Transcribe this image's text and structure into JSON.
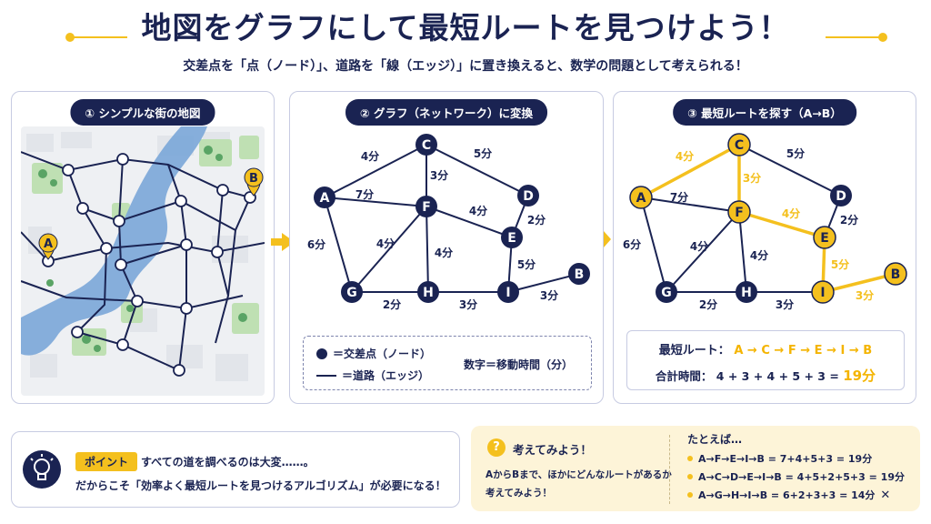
{
  "header": {
    "title": "地図をグラフにして最短ルートを見つけよう！",
    "subtitle": "交差点を「点（ノード）」、道路を「線（エッジ）」に置き換えると、数学の問題として考えられる！"
  },
  "panel1": {
    "label": "① シンプルな街の地図",
    "marker_a": "A",
    "marker_b": "B"
  },
  "panel2": {
    "label": "② グラフ（ネットワーク）に変換",
    "legend_node": "＝交差点（ノード）",
    "legend_edge": "＝道路（エッジ）",
    "legend_number": "数字＝移動時間（分）"
  },
  "panel3": {
    "label": "③ 最短ルートを探す（A→B）",
    "result_label": "最短ルート：",
    "result_route": "A → C → F → E → I → B",
    "total_label": "合計時間：",
    "total_expr": "4 + 3 + 4 + 5 + 3 =",
    "total_value": "19分"
  },
  "graph": {
    "nodes": [
      {
        "id": "A"
      },
      {
        "id": "C"
      },
      {
        "id": "D"
      },
      {
        "id": "F"
      },
      {
        "id": "E"
      },
      {
        "id": "G"
      },
      {
        "id": "H"
      },
      {
        "id": "I"
      },
      {
        "id": "B"
      }
    ],
    "edges": [
      {
        "from": "A",
        "to": "C",
        "label": "4分"
      },
      {
        "from": "C",
        "to": "D",
        "label": "5分"
      },
      {
        "from": "C",
        "to": "F",
        "label": "3分"
      },
      {
        "from": "A",
        "to": "F",
        "label": "7分"
      },
      {
        "from": "F",
        "to": "E",
        "label": "4分"
      },
      {
        "from": "D",
        "to": "E",
        "label": "2分"
      },
      {
        "from": "A",
        "to": "G",
        "label": "6分"
      },
      {
        "from": "G",
        "to": "F",
        "label": "4分"
      },
      {
        "from": "F",
        "to": "H",
        "label": "4分"
      },
      {
        "from": "E",
        "to": "I",
        "label": "5分"
      },
      {
        "from": "G",
        "to": "H",
        "label": "2分"
      },
      {
        "from": "H",
        "to": "I",
        "label": "3分"
      },
      {
        "from": "I",
        "to": "B",
        "label": "3分"
      }
    ],
    "shortest_path": [
      "A",
      "C",
      "F",
      "E",
      "I",
      "B"
    ]
  },
  "point": {
    "tag": "ポイント",
    "line1": "すべての道を調べるのは大変……。",
    "line2": "だからこそ「効率よく最短ルートを見つけるアルゴリズム」が必要になる！"
  },
  "think": {
    "icon": "?",
    "title": "考えてみよう！",
    "question_line1": "AからBまで、ほかにどんなルートがあるか",
    "question_line2": "考えてみよう！",
    "examples_head": "たとえば…",
    "examples": [
      "A→F→E→I→B = 7+4+5+3 = 19分",
      "A→C→D→E→I→B = 4+5+2+5+3 = 19分",
      "A→G→H→I→B = 6+2+3+3 = 14分"
    ],
    "example3_mark": "✕"
  },
  "colors": {
    "navy": "#1a2352",
    "yellow": "#f4c01e",
    "water": "#7aa6d8",
    "park": "#bfe0b3"
  }
}
